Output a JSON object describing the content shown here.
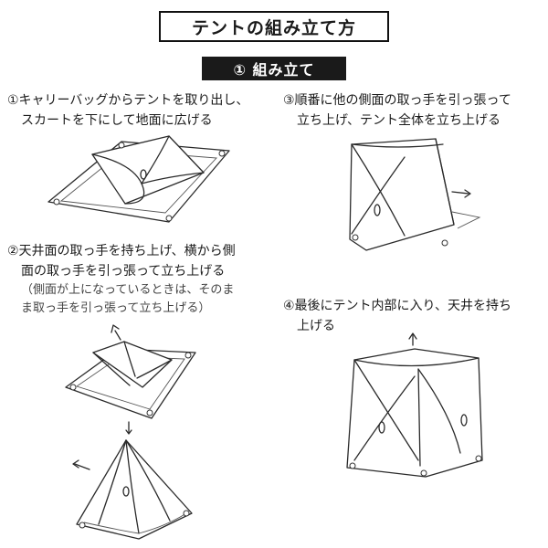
{
  "title": "テントの組み立て方",
  "section": "① 組み立て",
  "steps": {
    "s1": {
      "line1": "①キャリーバッグからテントを取り出し、",
      "line2": "スカートを下にして地面に広げる"
    },
    "s2": {
      "line1": "②天井面の取っ手を持ち上げ、横から側",
      "line2": "面の取っ手を引っ張って立ち上げる",
      "note1": "（側面が上になっているときは、そのま",
      "note2": "ま取っ手を引っ張って立ち上げる）"
    },
    "s3": {
      "line1": "③順番に他の側面の取っ手を引っ張って",
      "line2": "立ち上げ、テント全体を立ち上げる"
    },
    "s4": {
      "line1": "④最後にテント内部に入り、天井を持ち",
      "line2": "上げる"
    }
  },
  "illustrations": {
    "ill1": "flat-tent-icon",
    "ill2a": "lift-roof-icon",
    "ill2b": "pull-side-icon",
    "ill3": "raise-sides-icon",
    "ill4": "raise-ceiling-icon"
  },
  "colors": {
    "ink": "#1a1a1a",
    "section_bg": "#1a1a1a",
    "section_text": "#ffffff"
  }
}
